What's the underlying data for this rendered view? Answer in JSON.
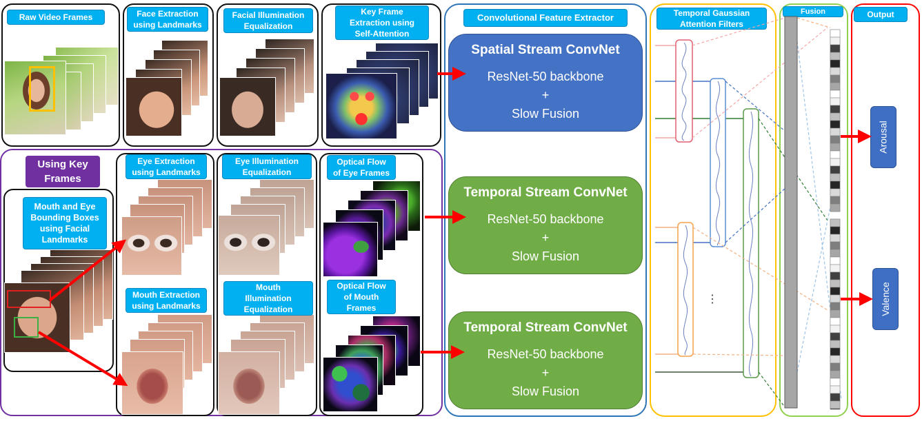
{
  "labels": {
    "raw_video": "Raw Video Frames",
    "face_extraction": "Face Extraction\nusing Landmarks",
    "facial_illumination": "Facial Illumination\nEqualization",
    "key_frame": "Key Frame\nExtraction using\nSelf-Attention",
    "using_key_frames": "Using Key\nFrames",
    "mouth_eye_boxes": "Mouth and Eye\nBounding Boxes\nusing Facial\nLandmarks",
    "eye_extraction": "Eye Extraction\nusing Landmarks",
    "eye_illumination": "Eye Illumination\nEqualization",
    "optical_flow_eye": "Optical Flow\nof Eye Frames",
    "mouth_extraction": "Mouth Extraction\nusing Landmarks",
    "mouth_illumination": "Mouth\nIllumination\nEqualization",
    "optical_flow_mouth": "Optical Flow\nof Mouth\nFrames",
    "conv_extractor": "Convolutional Feature Extractor",
    "temporal_gaussian": "Temporal Gaussian\nAttention Filters",
    "fusion": "Fusion",
    "output": "Output",
    "ellipsis": "⋮"
  },
  "streams": [
    {
      "title": "Spatial Stream ConvNet",
      "body": "ResNet-50 backbone\n+\nSlow Fusion",
      "color": "#4472c4"
    },
    {
      "title": "Temporal Stream ConvNet",
      "body": "ResNet-50 backbone\n+\nSlow Fusion",
      "color": "#70ad47"
    },
    {
      "title": "Temporal Stream ConvNet",
      "body": "ResNet-50 backbone\n+\nSlow Fusion",
      "color": "#70ad47"
    }
  ],
  "outputs": {
    "arousal": "Arousal",
    "valence": "Valence"
  },
  "colors": {
    "label_bg": "#00b0f0",
    "conv_border": "#2e75b6",
    "gaussian_border": "#ffc000",
    "fusion_border": "#92d050",
    "output_border": "#ff0000",
    "key_frames_border": "#7030a0",
    "arrow": "#ff0000"
  }
}
